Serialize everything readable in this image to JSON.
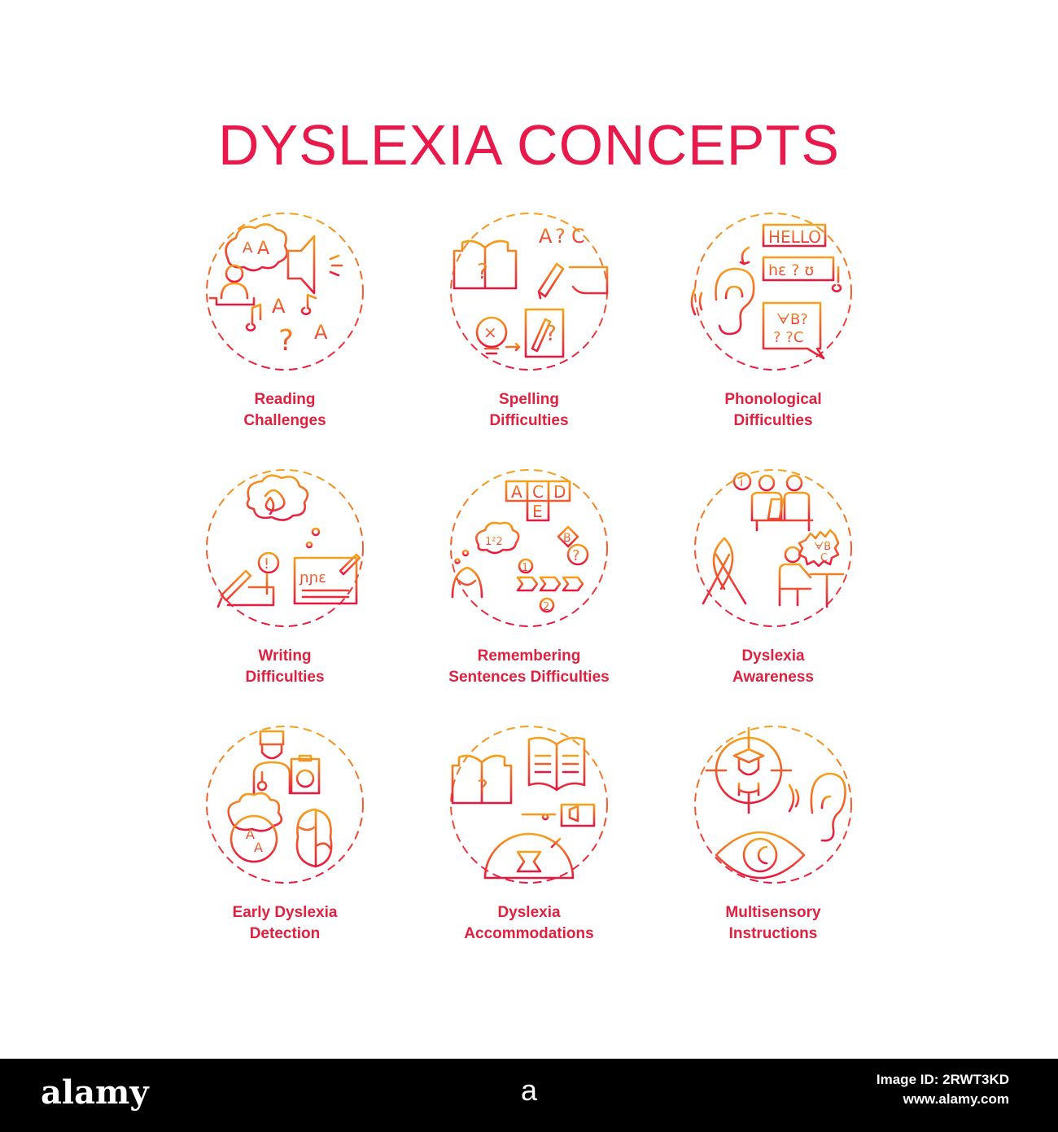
{
  "title": "DYSLEXIA CONCEPTS",
  "colors": {
    "title": "#e8194b",
    "label": "#e0203f",
    "gradient_top": "#f6a11b",
    "gradient_bottom": "#e8173f"
  },
  "concepts": [
    {
      "icon": "reading-challenges-icon",
      "glyphs": [
        "A",
        "A",
        "A",
        "A",
        "?"
      ],
      "line1": "Reading",
      "line2": "Challenges"
    },
    {
      "icon": "spelling-difficulties-icon",
      "glyphs": [
        "A",
        "?",
        "C",
        "?",
        "?",
        "×"
      ],
      "line1": "Spelling",
      "line2": "Difficulties"
    },
    {
      "icon": "phonological-difficulties-icon",
      "glyphs": [
        "HELLO",
        "hɛ ? ʊ",
        "ᗄB?",
        "? ?C"
      ],
      "line1": "Phonological",
      "line2": "Difficulties"
    },
    {
      "icon": "writing-difficulties-icon",
      "glyphs": [
        "!",
        "ɲɲɛ"
      ],
      "line1": "Writing",
      "line2": "Difficulties"
    },
    {
      "icon": "remembering-sentences-icon",
      "glyphs": [
        "A",
        "C",
        "D",
        "E",
        "B",
        "1²2",
        "1",
        "2",
        "?"
      ],
      "line1": "Remembering",
      "line2": "Sentences Difficulties"
    },
    {
      "icon": "dyslexia-awareness-icon",
      "glyphs": [
        "i",
        "ᗄB",
        "C"
      ],
      "line1": "Dyslexia",
      "line2": "Awareness"
    },
    {
      "icon": "early-detection-icon",
      "glyphs": [
        "A",
        "A"
      ],
      "line1": "Early Dyslexia",
      "line2": "Detection"
    },
    {
      "icon": "accommodations-icon",
      "glyphs": [
        "?"
      ],
      "line1": "Dyslexia",
      "line2": "Accommodations"
    },
    {
      "icon": "multisensory-instructions-icon",
      "glyphs": [],
      "line1": "Multisensory",
      "line2": "Instructions"
    }
  ],
  "footer": {
    "brand": "alamy",
    "brand_symbol": "a",
    "image_id": "Image ID: 2RWT3KD",
    "site": "www.alamy.com"
  }
}
